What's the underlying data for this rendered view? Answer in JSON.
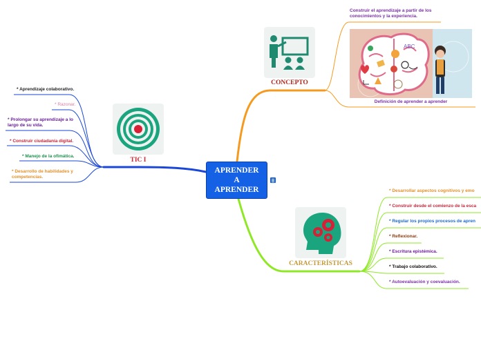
{
  "central": {
    "lines": [
      "APRENDER",
      "A",
      "APRENDER"
    ]
  },
  "concepto": {
    "title": "CONCEPTO",
    "description": "Construir el aprendizaje a partir de los conocimientos y la experiencia.",
    "image_caption": "Definición de aprender a aprender"
  },
  "tic": {
    "title": "TIC I",
    "items": [
      "* Aprendizaje colaborativo.",
      "* Razonar.",
      "* Prolongar su aprendizaje a lo largo de su vida.",
      "* Construir ciudadanía digital.",
      "* Manejo de la ofimática.",
      "* Desarrollo de habilidades y competencias."
    ]
  },
  "caracteristicas": {
    "title": "CARACTERÍSTICAS",
    "items": [
      "* Desarrollar aspectos cognitivos y emo",
      "* Construir desde el comienzo de la esca",
      "* Regular los propios procesos de apren",
      "* Reflexionar.",
      "* Escritura epistémica.",
      "* Trabajo colaborativo.",
      "* Autoevaluación y coevaluación."
    ]
  },
  "colors": {
    "central": "#1561e6",
    "concepto_branch": "#f59a1e",
    "tic_branch": "#1a47d8",
    "caracteristicas_branch": "#8ee826",
    "concepto_title": "#b0261d",
    "tic_title": "#d4262c",
    "caracteristicas_title": "#c49a3e"
  }
}
